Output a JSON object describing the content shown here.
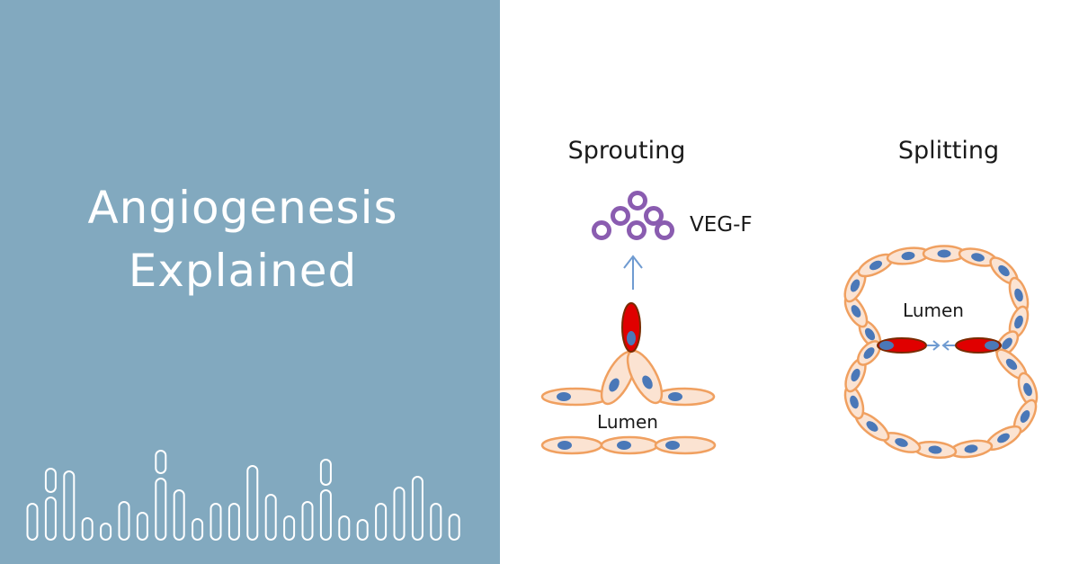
{
  "title": {
    "line1": "Angiogenesis",
    "line2": "Explained"
  },
  "diagram": {
    "sprouting": {
      "heading": "Sprouting",
      "factor_label": "VEG-F",
      "lumen_label": "Lumen"
    },
    "splitting": {
      "heading": "Splitting",
      "lumen_label": "Lumen"
    }
  },
  "colors": {
    "panel_background": "#82a9bf",
    "cell_fill": "#fbe3d2",
    "cell_outline": "#f0a060",
    "nucleus": "#4a78b8",
    "tip_cell": "#e00000",
    "vegf_ring": "#8a5cb0",
    "arrow": "#6f9bd1"
  },
  "icons": {
    "decoration": "pill-bars-icon",
    "vegf": "vegf-molecule-icon",
    "arrow_up": "arrow-up-icon",
    "arrows_inward": "arrows-inward-icon"
  }
}
